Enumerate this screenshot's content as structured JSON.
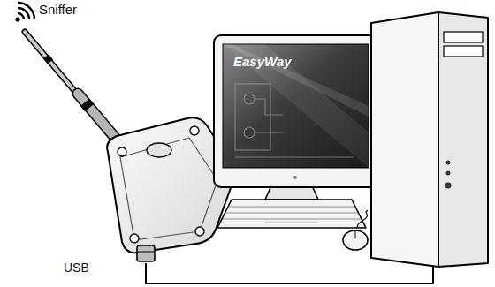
{
  "diagram": {
    "nodes": [
      {
        "text": [
          "Sniffer"
        ]
      },
      {
        "text": [
          "EasyWay"
        ]
      }
    ],
    "edges": [
      {
        "from": 0,
        "to": 1,
        "arrow": "none",
        "label": "USB"
      }
    ]
  }
}
